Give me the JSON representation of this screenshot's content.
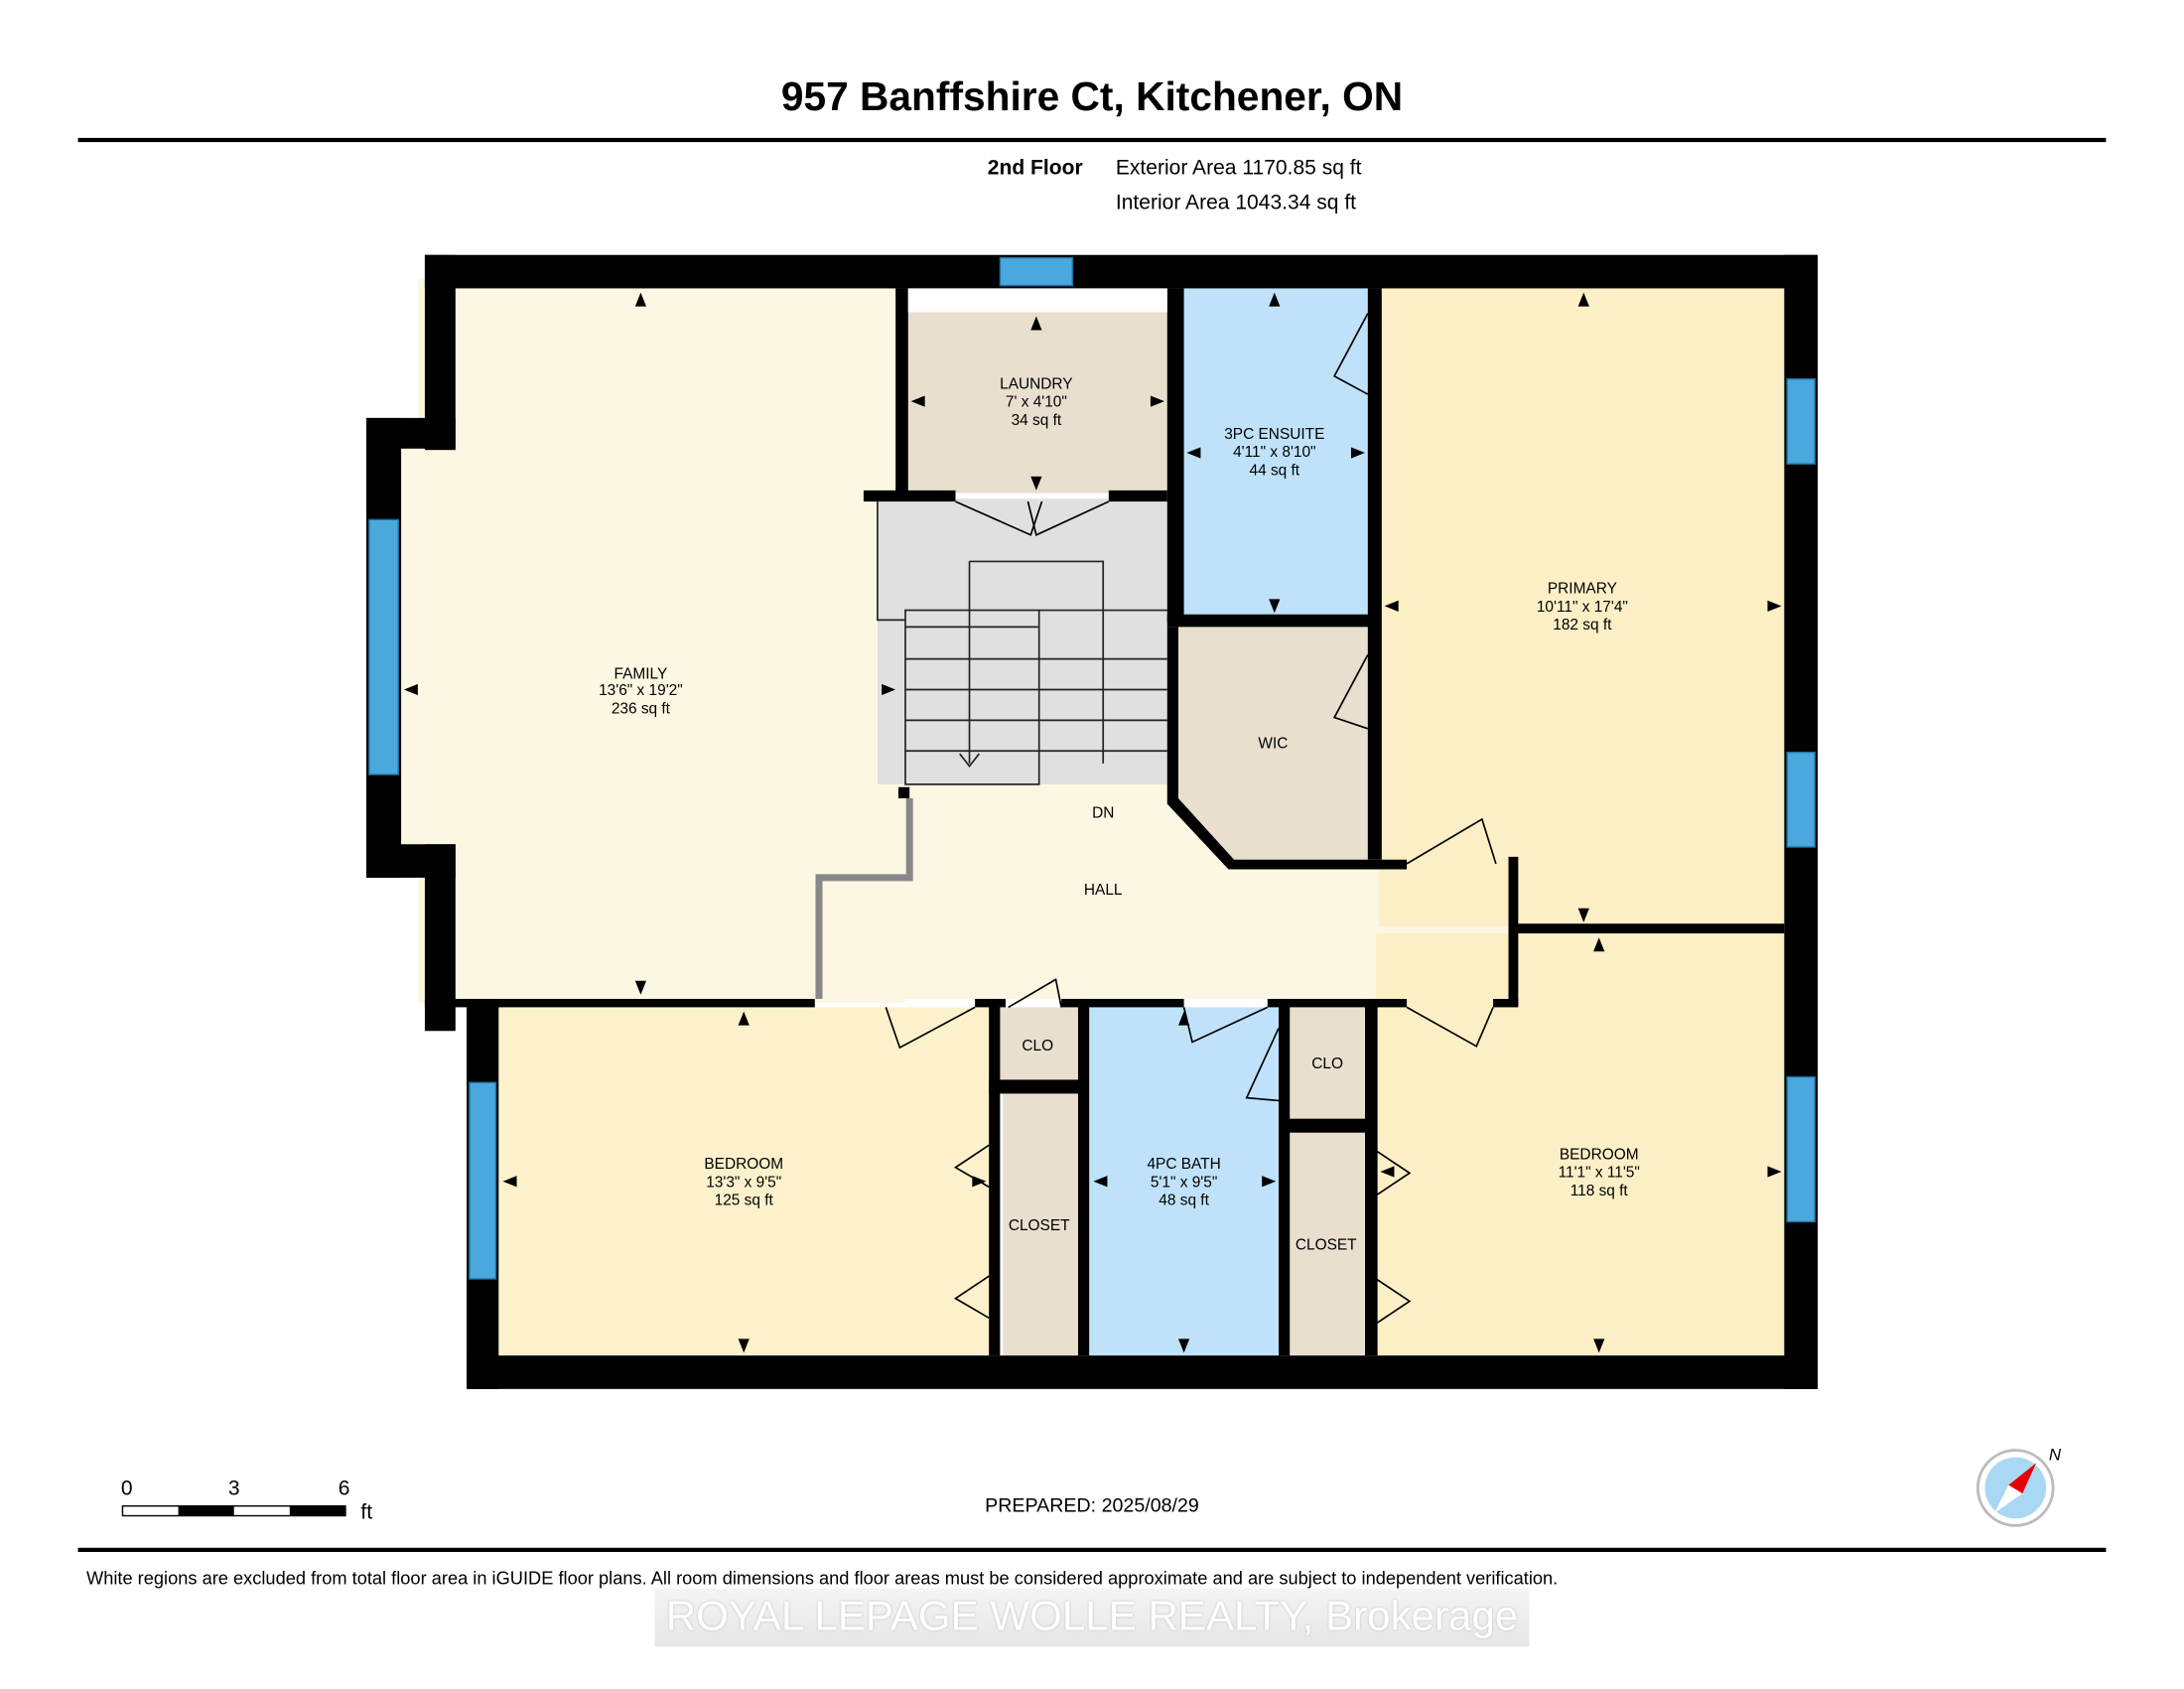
{
  "title": "957 Banffshire Ct, Kitchener, ON",
  "floor": {
    "label": "2nd Floor",
    "exterior_area": "Exterior Area 1170.85 sq ft",
    "interior_area": "Interior Area 1043.34 sq ft"
  },
  "rooms": {
    "family": {
      "name": "FAMILY",
      "dims": "13'6\" x 19'2\"",
      "area": "236 sq ft"
    },
    "laundry": {
      "name": "LAUNDRY",
      "dims": "7' x 4'10\"",
      "area": "34 sq ft"
    },
    "ensuite": {
      "name": "3PC ENSUITE",
      "dims": "4'11\" x 8'10\"",
      "area": "44 sq ft"
    },
    "primary": {
      "name": "PRIMARY",
      "dims": "10'11\" x 17'4\"",
      "area": "182 sq ft"
    },
    "wic": {
      "name": "WIC"
    },
    "hall": {
      "name": "HALL"
    },
    "stairs": {
      "name": "DN"
    },
    "bedroom_left": {
      "name": "BEDROOM",
      "dims": "13'3\" x 9'5\"",
      "area": "125 sq ft"
    },
    "clo_left": {
      "name": "CLO"
    },
    "closet_left": {
      "name": "CLOSET"
    },
    "bath": {
      "name": "4PC BATH",
      "dims": "5'1\" x 9'5\"",
      "area": "48 sq ft"
    },
    "clo_right": {
      "name": "CLO"
    },
    "closet_right": {
      "name": "CLOSET"
    },
    "bedroom_right": {
      "name": "BEDROOM",
      "dims": "11'1\" x 11'5\"",
      "area": "118 sq ft"
    }
  },
  "scale": {
    "ticks": [
      "0",
      "3",
      "6"
    ],
    "unit": "ft"
  },
  "prepared": "PREPARED: 2025/08/29",
  "compass": {
    "label": "N"
  },
  "disclaimer": "White regions are excluded from total floor area in iGUIDE floor plans. All room dimensions and floor areas must be considered approximate and are subject to independent verification.",
  "watermark": "ROYAL LEPAGE WOLLE REALTY, Brokerage",
  "colors": {
    "wall": "#000000",
    "window": "#4aa8dc",
    "cream": "#fcf7e3",
    "yellow": "#fcefc6",
    "beige": "#e8dfcf",
    "blue": "#bfe2fa",
    "stairs": "#e0e0e0"
  }
}
